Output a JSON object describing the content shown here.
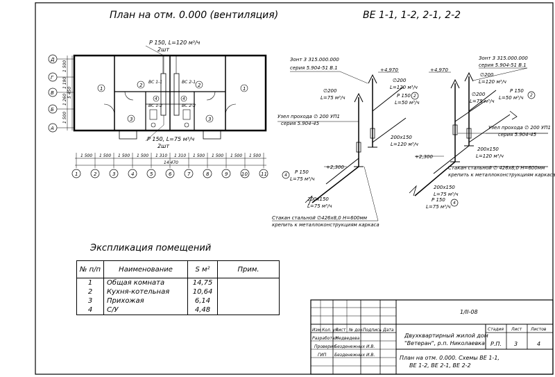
{
  "titles": {
    "plan": "План на отм. 0.000 (вентиляция)",
    "schemes": "ВЕ 1-1, 1-2, 2-1, 2-2"
  },
  "plan": {
    "axes_rows": [
      "Д",
      "Г",
      "В",
      "Б",
      "А"
    ],
    "row_dims": [
      "1 500",
      "1 190",
      "1 260",
      "1 500"
    ],
    "row_total": "5 450",
    "axes_cols": [
      "1",
      "2",
      "3",
      "4",
      "5",
      "6",
      "7",
      "8",
      "9",
      "10",
      "11"
    ],
    "col_dims": [
      "1 500",
      "1 500",
      "1 500",
      "1 500",
      "1 310",
      "1 310",
      "1 500",
      "1 500",
      "1 500",
      "1 500"
    ],
    "col_total": "14 470",
    "rooms": [
      "1",
      "2",
      "3",
      "4",
      "4",
      "3",
      "2",
      "1"
    ],
    "duct_labels": [
      "ВС 1-1",
      "ВС 2-1",
      "ВС 1-2",
      "ВС 2-2"
    ],
    "top_note": "Р 150, L=120 м³/ч",
    "top_note2": "2шт",
    "bottom_note": "Р 150, L=75 м³/ч",
    "bottom_note2": "2шт"
  },
  "scheme_left": {
    "umbrella": "Зонт 3 315.000.000",
    "umbrella_series": "серия 5.904-51 В.1",
    "elev_top": "+4,970",
    "d200_a": "∅200",
    "l120": "L=120 м³/ч",
    "d200_b": "∅200",
    "l75": "L=75 м³/ч",
    "p150": "Р 150",
    "l50": "L=50 м³/ч",
    "node": "Узел прохода ∅ 200 УП1",
    "node_series": "серия 5.904-45",
    "duct_size": "200x150",
    "duct_l120": "L=120 м³/ч",
    "elev_bottom": "+2,300",
    "p150_b": "Р 150",
    "l75_b": "L=75 м³/ч",
    "duct_size_b": "200x150",
    "duct_l75_b": "L=75 м³/ч",
    "sleeve": "Стакан стальной ∅426х8,0 Н=600мм",
    "sleeve2": "крепить к металлоконструкциям каркаса",
    "circle_2": "2",
    "circle_4": "4"
  },
  "scheme_right": {
    "umbrella": "Зонт 3 315.000.000",
    "umbrella_series": "серия 5.904-51 В.1",
    "elev_top": "+4,970",
    "d200_a": "∅200",
    "l120": "L=120 м³/ч",
    "d200_b": "∅200",
    "l75": "L=75 м³/ч",
    "p150": "Р 150",
    "l50": "L=50 м³/ч",
    "node": "Узел прохода ∅ 200 УП1",
    "node_series": "серия 5.904-45",
    "duct_size": "200x150",
    "duct_l120": "L=120 м³/ч",
    "elev_bottom": "+2,300",
    "sleeve": "Стакан стальной ∅ 426х8,0 Н=600мм",
    "sleeve2": "крепить к металлоконструкциям каркаса",
    "duct_size_b": "200x150",
    "duct_l75_b": "L=75 м³/ч",
    "p150_b": "Р 150",
    "l75_b": "L=75 м³/ч",
    "circle_2": "2",
    "circle_4": "4"
  },
  "explication": {
    "title": "Экспликация помещений",
    "headers": [
      "№ п/п",
      "Наименование",
      "S м²",
      "Прим."
    ],
    "rows": [
      [
        "1",
        "Общая комната",
        "14,75",
        ""
      ],
      [
        "2",
        "Кухня-котельная",
        "10,64",
        ""
      ],
      [
        "3",
        "Прихожая",
        "6,14",
        ""
      ],
      [
        "4",
        "С/У",
        "4,48",
        ""
      ]
    ]
  },
  "stamp": {
    "code": "1/II-08",
    "col_headers": [
      "Изм",
      "Кол. уч",
      "Лист",
      "№ док.",
      "Подпись",
      "Дата"
    ],
    "roles": [
      "Разработал",
      "Проверил",
      "ГИП"
    ],
    "names": [
      "Медведева",
      "Безденежных И.В.",
      "Безденежных И.В."
    ],
    "project": "Двухквартирный жилой дом",
    "project2": "\"Ветеран\", р.п. Николаевка",
    "stage_label": "Стадия",
    "sheet_label": "Лист",
    "sheets_label": "Листов",
    "stage": "Р.П.",
    "sheet": "3",
    "sheets": "4",
    "drawing": "План на отм. 0.000. Схемы ВЕ 1-1,",
    "drawing2": "ВЕ 1-2, ВЕ 2-1, ВЕ 2-2"
  }
}
